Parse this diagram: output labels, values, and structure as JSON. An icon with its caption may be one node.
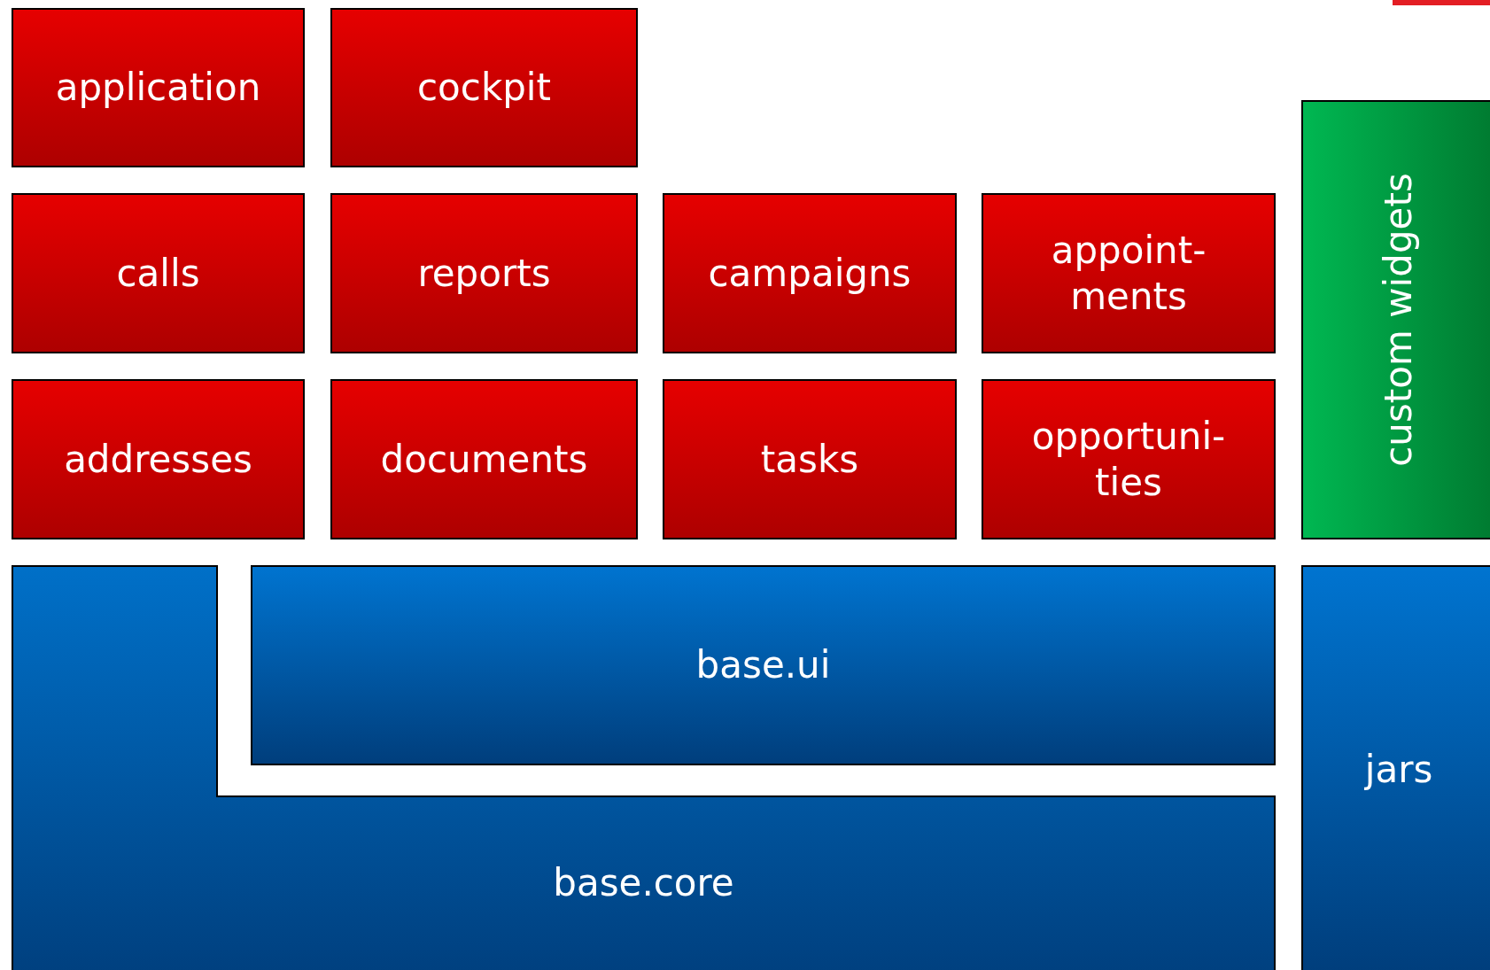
{
  "diagram": {
    "nodes": [
      {
        "text": [
          "application"
        ]
      },
      {
        "text": [
          "cockpit"
        ]
      },
      {
        "text": [
          "calls"
        ]
      },
      {
        "text": [
          "reports"
        ]
      },
      {
        "text": [
          "campaigns"
        ]
      },
      {
        "text": [
          "appoint- ments"
        ]
      },
      {
        "text": [
          "addresses"
        ]
      },
      {
        "text": [
          "documents"
        ]
      },
      {
        "text": [
          "tasks"
        ]
      },
      {
        "text": [
          "opportuni- ties"
        ]
      },
      {
        "text": [
          "custom widgets"
        ]
      },
      {
        "text": [
          "base.ui"
        ]
      },
      {
        "text": [
          "base.core"
        ]
      },
      {
        "text": [
          "jars"
        ]
      }
    ]
  }
}
